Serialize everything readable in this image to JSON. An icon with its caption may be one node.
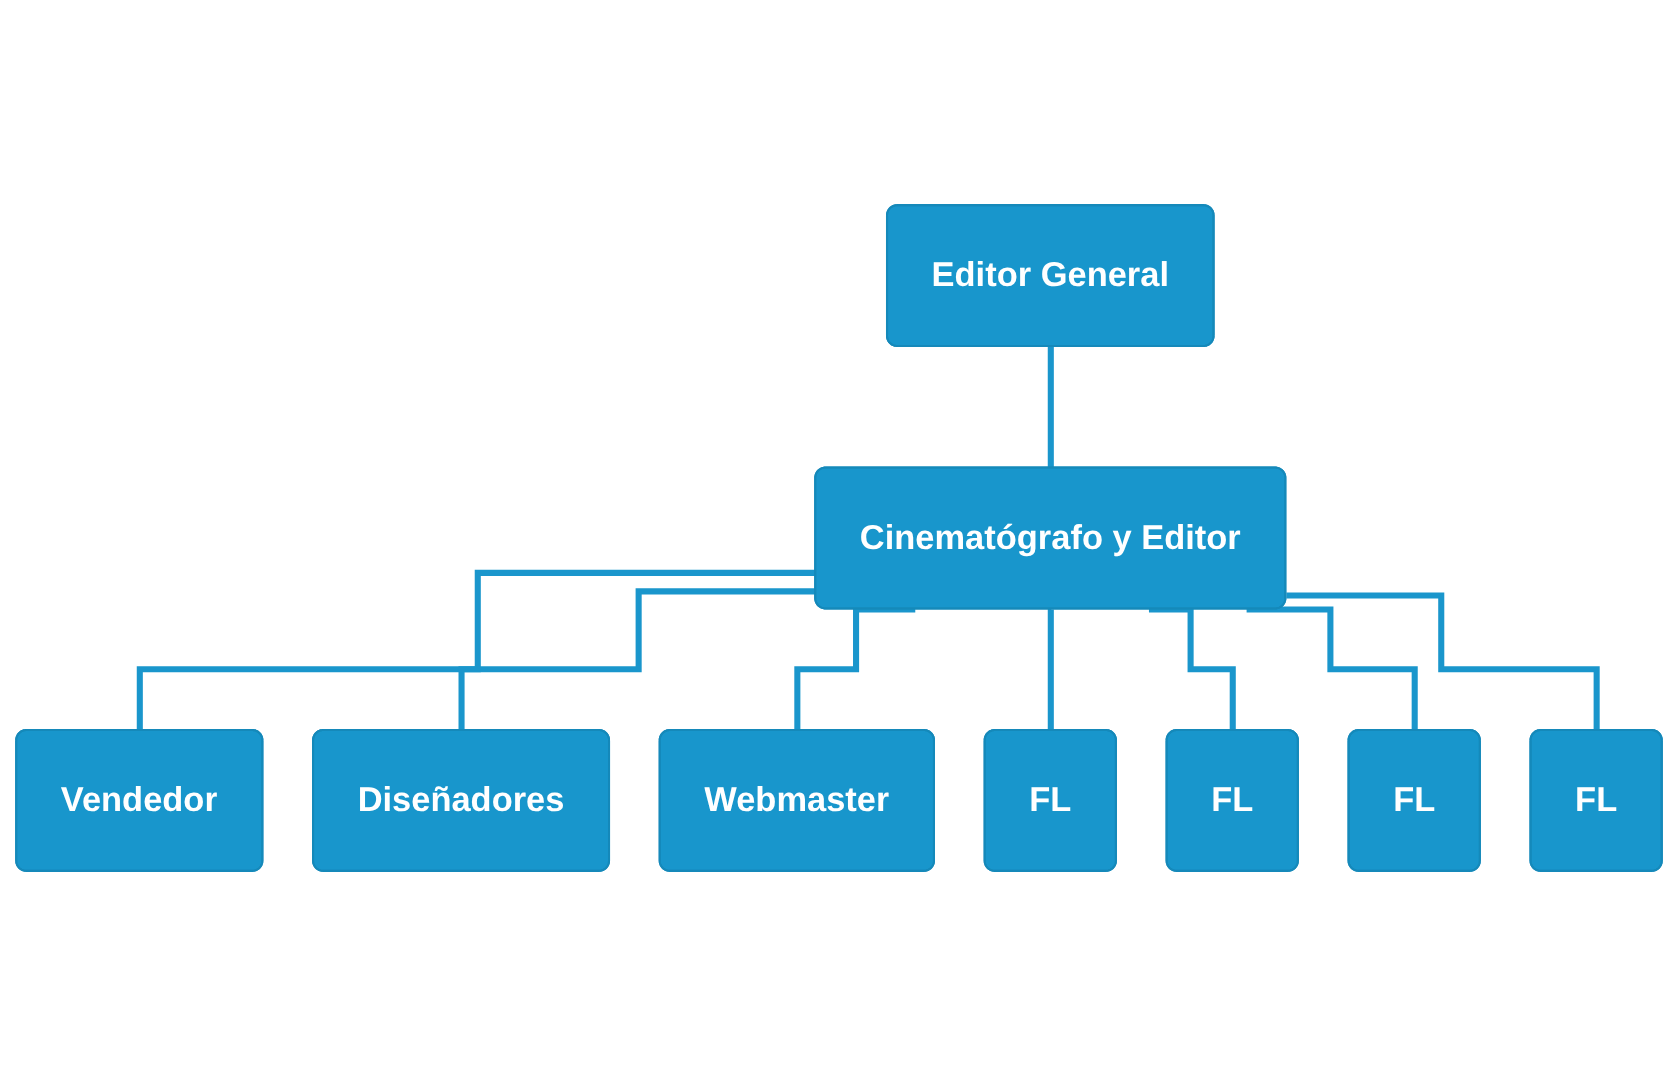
{
  "diagram": {
    "nodes": [
      {
        "text": [
          "Editor General"
        ]
      },
      {
        "text": [
          "Cinematógrafo y Editor"
        ]
      },
      {
        "text": [
          "Vendedor"
        ]
      },
      {
        "text": [
          "Diseñadores"
        ]
      },
      {
        "text": [
          "Webmaster"
        ]
      },
      {
        "text": [
          "FL"
        ]
      },
      {
        "text": [
          "FL"
        ]
      },
      {
        "text": [
          "FL"
        ]
      },
      {
        "text": [
          "FL"
        ]
      }
    ],
    "edges": [
      {
        "from": 0,
        "to": 1,
        "arrow": "none"
      },
      {
        "from": 1,
        "to": 2,
        "arrow": "none"
      },
      {
        "from": 1,
        "to": 3,
        "arrow": "none"
      },
      {
        "from": 1,
        "to": 4,
        "arrow": "none"
      },
      {
        "from": 1,
        "to": 5,
        "arrow": "none"
      },
      {
        "from": 1,
        "to": 6,
        "arrow": "none"
      },
      {
        "from": 1,
        "to": 7,
        "arrow": "none"
      },
      {
        "from": 1,
        "to": 8,
        "arrow": "none"
      }
    ]
  }
}
